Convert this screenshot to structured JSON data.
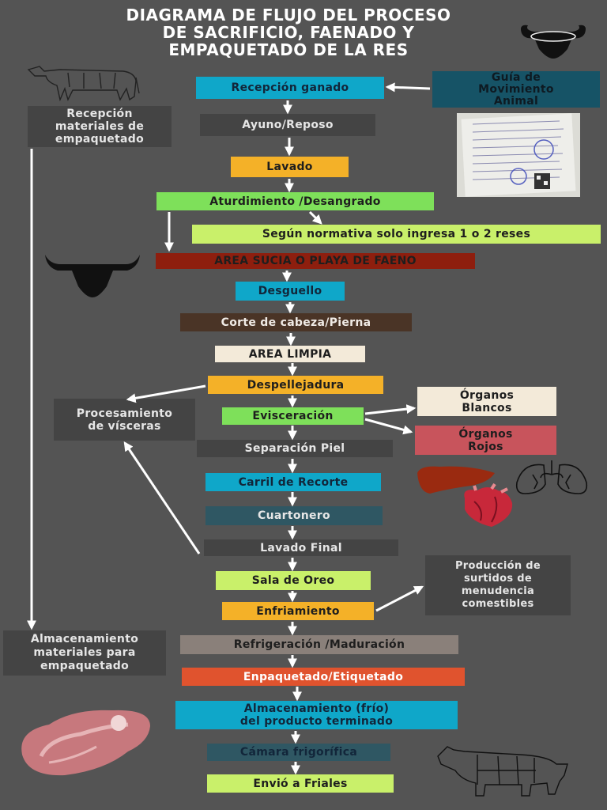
{
  "title": {
    "line1": "DIAGRAMA DE FLUJO DEL PROCESO",
    "line2": "DE SACRIFICIO, FAENADO Y",
    "line3": "EMPAQUETADO DE LA RES"
  },
  "colors": {
    "background": "#545454",
    "cyan": "#0fa7c9",
    "dark_gray": "#444444",
    "gold": "#f4b128",
    "light_green": "#7ee05a",
    "lime": "#c9f06a",
    "dark_red": "#8e1e0e",
    "brown": "#4a3426",
    "cream": "#f3ead9",
    "dark_teal": "#2f5763",
    "teal_guide": "#165366",
    "rose": "#c8545c",
    "taupe": "#8a807a",
    "orange_red": "#e0532e"
  },
  "main_steps": [
    "Recepción ganado",
    "Ayuno/Reposo",
    "Lavado",
    "Aturdimiento /Desangrado",
    "AREA SUCIA O PLAYA DE FAENO",
    "Desguello",
    "Corte de cabeza/Pierna",
    "AREA LIMPIA",
    "Despellejadura",
    "Evisceración",
    "Separación Piel",
    "Carril de Recorte",
    "Cuartonero",
    "Lavado Final",
    "Sala de Oreo",
    "Enfriamiento",
    "Refrigeración /Maduración",
    "Enpaquetado/Etiquetado",
    "Almacenamiento (frío)\ndel producto terminado",
    "Cámara frigorífica",
    "Envió a Friales"
  ],
  "side_boxes": {
    "guia": "Guía de\nMovimiento\nAnimal",
    "normativa": "Según normativa solo ingresa 1 o 2 reses",
    "recepcion_materiales": "Recepción\nmateriales de\nempaquetado",
    "almacenamiento_materiales": "Almacenamiento\nmateriales para\nempaquetado",
    "procesamiento_visceras": "Procesamiento\nde vísceras",
    "organos_blancos": "Órganos\nBlancos",
    "organos_rojos": "Órganos\nRojos",
    "produccion": "Producción de\nsurtidos de\nmenudencia\ncomestibles"
  },
  "icons": [
    "bull-head-icon",
    "cow-sketch-icon",
    "bull-silhouette-icon",
    "document-photo",
    "liver-icon",
    "heart-icon",
    "lungs-icon",
    "steak-icon",
    "beef-cuts-icon"
  ]
}
